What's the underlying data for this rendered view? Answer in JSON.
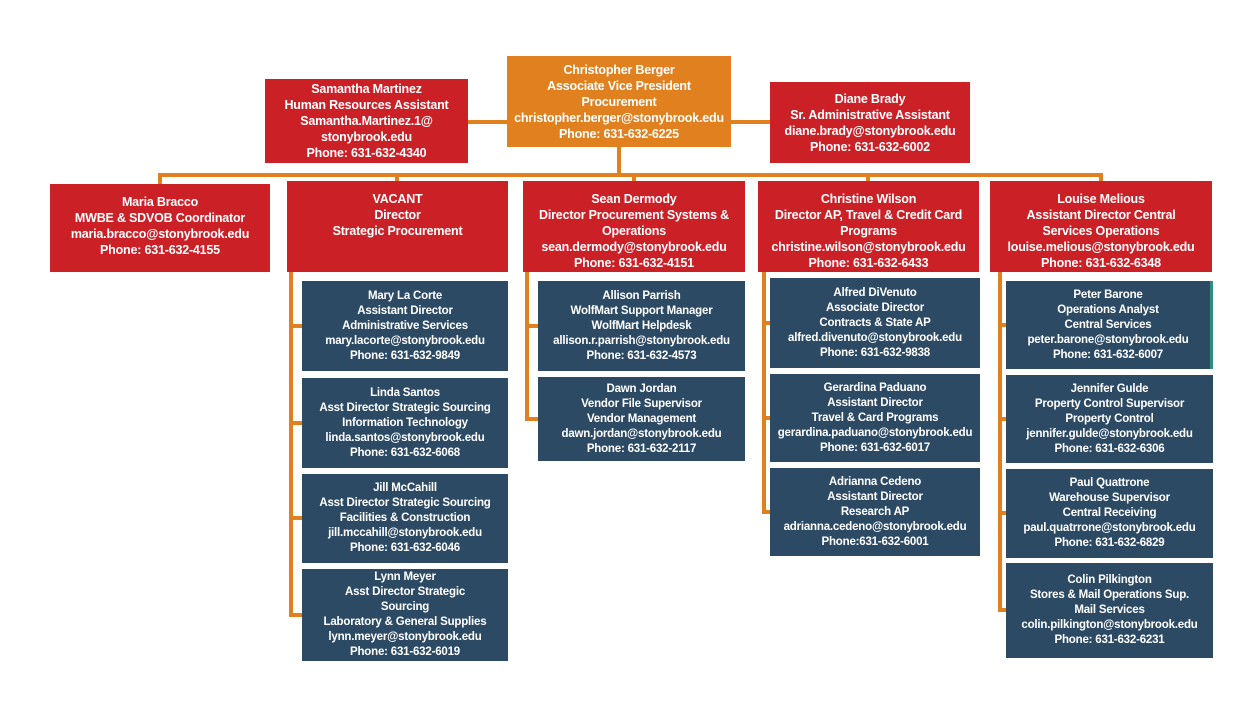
{
  "colors": {
    "accent_orange": "#E1801F",
    "box_red": "#CB2026",
    "box_navy": "#2D4A64",
    "teal_accent": "#2F8E83",
    "text": "#FFFFFF",
    "background": "#FFFFFF"
  },
  "boxes": {
    "berger": {
      "lines": [
        "Christopher Berger",
        "Associate Vice President",
        "Procurement",
        "christopher.berger@stonybrook.edu",
        "Phone: 631-632-6225"
      ]
    },
    "martinez": {
      "lines": [
        "Samantha Martinez",
        "Human Resources Assistant",
        "Samantha.Martinez.1@",
        "stonybrook.edu",
        "Phone: 631-632-4340"
      ]
    },
    "brady": {
      "lines": [
        "Diane Brady",
        "Sr. Administrative Assistant",
        "diane.brady@stonybrook.edu",
        "Phone: 631-632-6002"
      ]
    },
    "bracco": {
      "lines": [
        "Maria Bracco",
        "MWBE & SDVOB Coordinator",
        "maria.bracco@stonybrook.edu",
        "Phone: 631-632-4155"
      ]
    },
    "vacant": {
      "lines": [
        "VACANT",
        "Director",
        "Strategic Procurement"
      ]
    },
    "dermody": {
      "lines": [
        "Sean Dermody",
        "Director Procurement Systems &",
        "Operations",
        "sean.dermody@stonybrook.edu",
        "Phone: 631-632-4151"
      ]
    },
    "wilson": {
      "lines": [
        "Christine Wilson",
        "Director AP, Travel & Credit Card",
        "Programs",
        "christine.wilson@stonybrook.edu",
        "Phone: 631-632-6433"
      ]
    },
    "melious": {
      "lines": [
        "Louise Melious",
        "Assistant Director Central",
        "Services Operations",
        "louise.melious@stonybrook.edu",
        "Phone: 631-632-6348"
      ]
    },
    "lacorte": {
      "lines": [
        "Mary La Corte",
        "Assistant Director",
        "Administrative Services",
        "mary.lacorte@stonybrook.edu",
        "Phone: 631-632-9849"
      ]
    },
    "santos": {
      "lines": [
        "Linda Santos",
        "Asst Director Strategic Sourcing",
        "Information Technology",
        "linda.santos@stonybrook.edu",
        "Phone: 631-632-6068"
      ]
    },
    "mccahill": {
      "lines": [
        "Jill McCahill",
        "Asst Director Strategic Sourcing",
        "Facilities & Construction",
        "jill.mccahill@stonybrook.edu",
        "Phone: 631-632-6046"
      ]
    },
    "meyer": {
      "lines": [
        "Lynn Meyer",
        "Asst Director Strategic",
        "Sourcing",
        "Laboratory & General Supplies",
        "lynn.meyer@stonybrook.edu",
        "Phone: 631-632-6019"
      ]
    },
    "parrish": {
      "lines": [
        "Allison Parrish",
        "WolfMart Support Manager",
        "WolfMart Helpdesk",
        "allison.r.parrish@stonybrook.edu",
        "Phone: 631-632-4573"
      ]
    },
    "jordan": {
      "lines": [
        "Dawn Jordan",
        "Vendor File Supervisor",
        "Vendor Management",
        "dawn.jordan@stonybrook.edu",
        "Phone: 631-632-2117"
      ]
    },
    "divenuto": {
      "lines": [
        "Alfred DiVenuto",
        "Associate Director",
        "Contracts & State AP",
        "alfred.divenuto@stonybrook.edu",
        "Phone: 631-632-9838"
      ]
    },
    "paduano": {
      "lines": [
        "Gerardina Paduano",
        "Assistant Director",
        "Travel & Card Programs",
        "gerardina.paduano@stonybrook.edu",
        "Phone: 631-632-6017"
      ]
    },
    "cedeno": {
      "lines": [
        "Adrianna Cedeno",
        "Assistant Director",
        "Research AP",
        "adrianna.cedeno@stonybrook.edu",
        "Phone:631-632-6001"
      ]
    },
    "barone": {
      "lines": [
        "Peter Barone",
        "Operations Analyst",
        "Central Services",
        "peter.barone@stonybrook.edu",
        "Phone: 631-632-6007"
      ]
    },
    "gulde": {
      "lines": [
        "Jennifer Gulde",
        "Property Control Supervisor",
        "Property Control",
        "jennifer.gulde@stonybrook.edu",
        "Phone: 631-632-6306"
      ]
    },
    "quattrone": {
      "lines": [
        "Paul Quattrone",
        "Warehouse Supervisor",
        "Central Receiving",
        "paul.quatrrone@stonybrook.edu",
        "Phone: 631-632-6829"
      ]
    },
    "pilkington": {
      "lines": [
        "Colin Pilkington",
        "Stores & Mail Operations Sup.",
        "Mail Services",
        "colin.pilkington@stonybrook.edu",
        "Phone: 631-632-6231"
      ]
    }
  }
}
